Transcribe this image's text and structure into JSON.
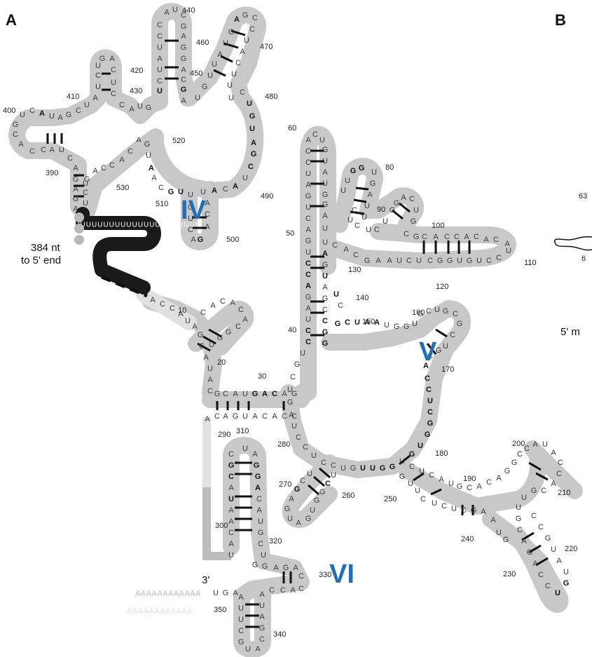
{
  "panels": {
    "a": "A",
    "b": "B"
  },
  "domains": {
    "iv": "IV",
    "v": "V",
    "vi": "VI"
  },
  "notes": {
    "five_prime_length": "384 nt",
    "five_prime_suffix": "to 5' end",
    "three_prime": "3'",
    "panel_b_5p": "5' m",
    "panel_b_63": "63",
    "panel_b_6": "6"
  },
  "poly_a": "AAAAAAAAAAAA",
  "poly_u": "UUUUUUUUUUUUUUUUUUUUUUUUUUUUU",
  "numbers": [
    "400",
    "410",
    "420",
    "430",
    "440",
    "450",
    "460",
    "470",
    "480",
    "490",
    "500",
    "510",
    "520",
    "530",
    "390",
    "60",
    "80",
    "90",
    "100",
    "110",
    "120",
    "130",
    "140",
    "150",
    "160",
    "170",
    "180",
    "190",
    "200",
    "210",
    "220",
    "230",
    "240",
    "250",
    "260",
    "270",
    "280",
    "290",
    "300",
    "310",
    "320",
    "330",
    "340",
    "350",
    "10",
    "20",
    "30",
    "40",
    "50"
  ],
  "colors": {
    "band": "#c8c8c8",
    "band_dark": "#1a1a1a",
    "domain_label": "#1e6fb8",
    "band_light": "#e2e2e2"
  }
}
